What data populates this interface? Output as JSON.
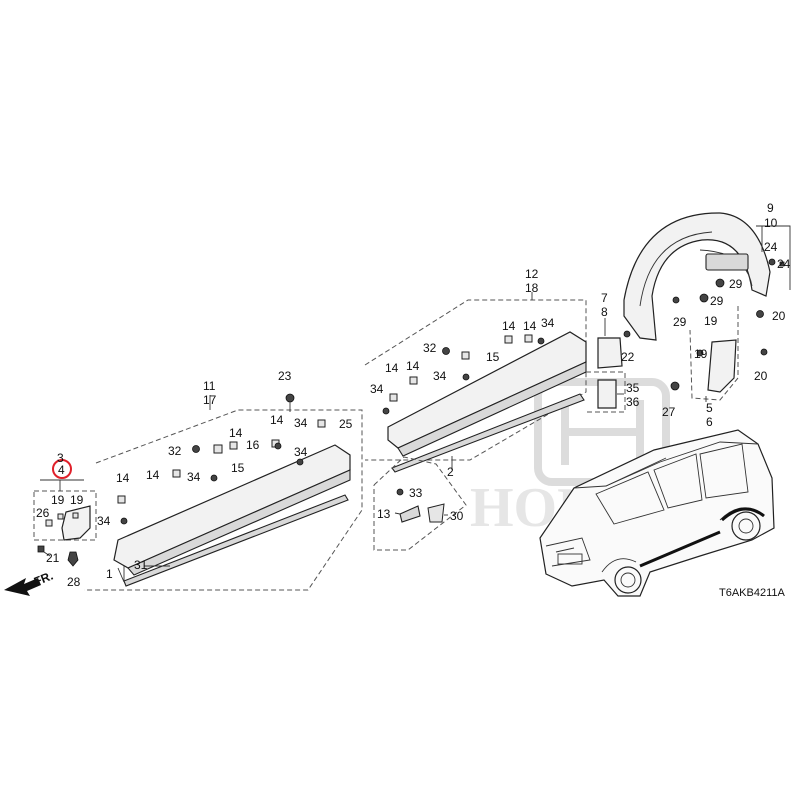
{
  "diagram": {
    "code": "T6AKB4211A",
    "direction_label": "FR.",
    "highlight_color": "#e0202a",
    "watermark_text": "HONDA",
    "callouts": [
      "1",
      "2",
      "3",
      "4",
      "5",
      "6",
      "7",
      "8",
      "9",
      "10",
      "11",
      "12",
      "13",
      "14",
      "15",
      "16",
      "17",
      "18",
      "19",
      "20",
      "21",
      "22",
      "23",
      "24",
      "25",
      "26",
      "27",
      "28",
      "29",
      "30",
      "31",
      "32",
      "33",
      "34",
      "35",
      "36"
    ]
  }
}
